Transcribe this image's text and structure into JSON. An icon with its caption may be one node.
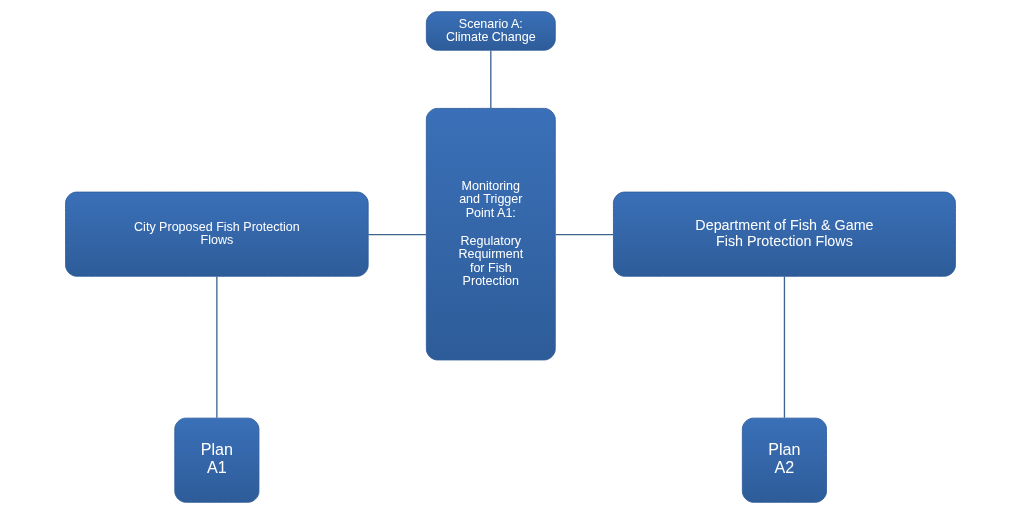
{
  "diagram": {
    "nodes": [
      {
        "text": [
          "Scenario A: Climate Change"
        ]
      },
      {
        "text": [
          "Monitoring and Trigger Point A1:",
          "Regulatory Requirment for Fish Protection"
        ]
      },
      {
        "text": [
          "City Proposed Fish Protection Flows"
        ]
      },
      {
        "text": [
          "Department of Fish & Game Fish Protection Flows"
        ]
      },
      {
        "text": [
          "Plan A1"
        ]
      },
      {
        "text": [
          "Plan A2"
        ]
      }
    ],
    "edges": [
      {
        "from": 0,
        "to": 1,
        "arrow": "none"
      },
      {
        "from": 2,
        "to": 1,
        "arrow": "none"
      },
      {
        "from": 1,
        "to": 3,
        "arrow": "none"
      },
      {
        "from": 2,
        "to": 4,
        "arrow": "none"
      },
      {
        "from": 3,
        "to": 5,
        "arrow": "none"
      }
    ]
  }
}
